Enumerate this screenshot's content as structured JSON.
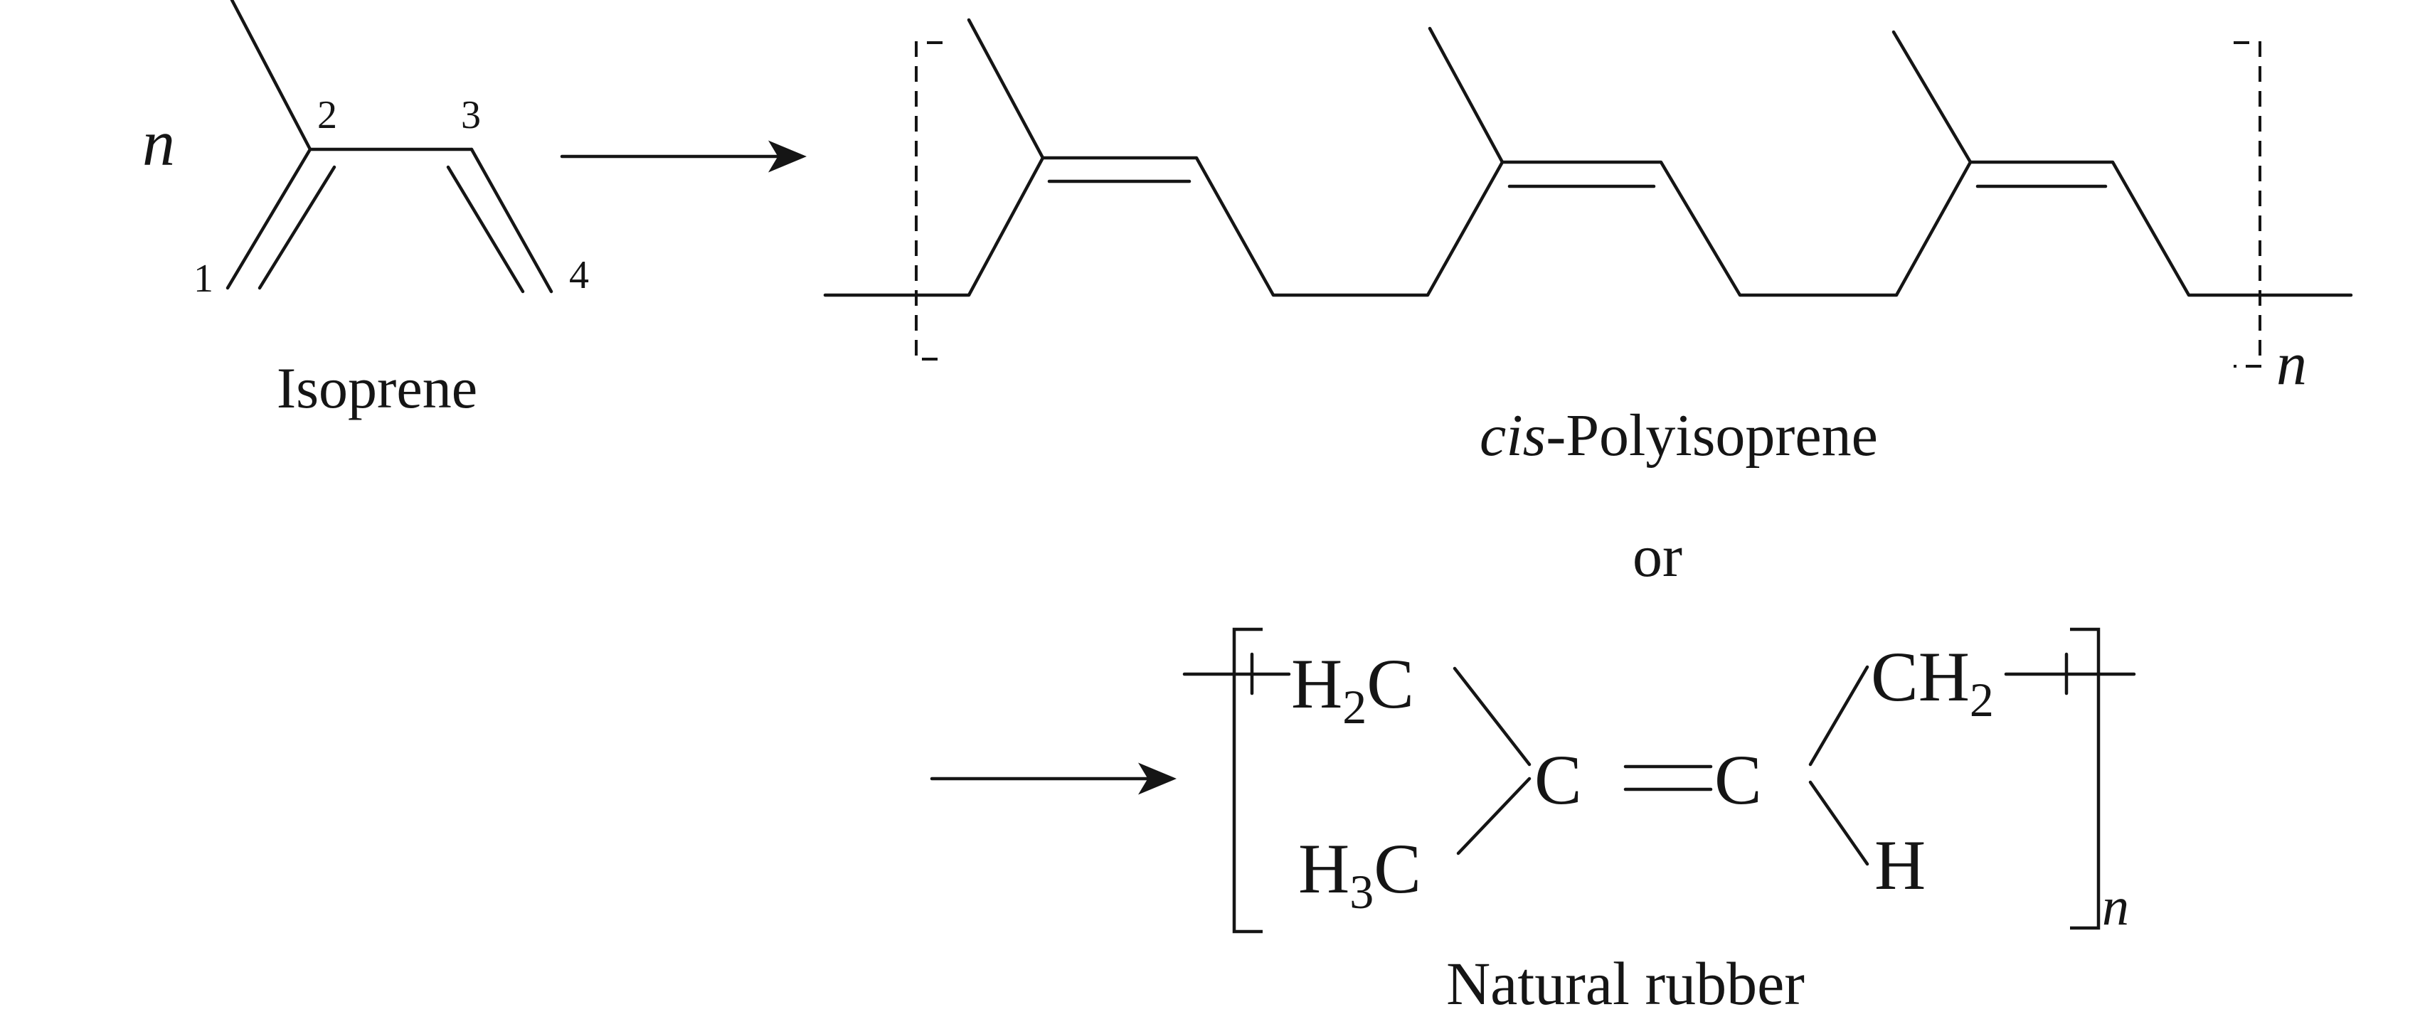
{
  "isoprene": {
    "coefficient": "n",
    "atom_numbers": [
      "1",
      "2",
      "3",
      "4"
    ],
    "name": "Isoprene"
  },
  "polyisoprene": {
    "prefix": "cis",
    "suffix": "-Polyisoprene",
    "repeat_subscript": "n"
  },
  "connector": "or",
  "natural_rubber": {
    "groups": {
      "ch2_left_main": "H",
      "ch2_left_sub": "2",
      "ch2_left_c": "C",
      "ch3_main": "H",
      "ch3_sub": "3",
      "ch3_c": "C",
      "c_left": "C",
      "c_right": "C",
      "ch2_right_main": "CH",
      "ch2_right_sub": "2",
      "h": "H"
    },
    "repeat_subscript": "n",
    "name": "Natural rubber"
  }
}
